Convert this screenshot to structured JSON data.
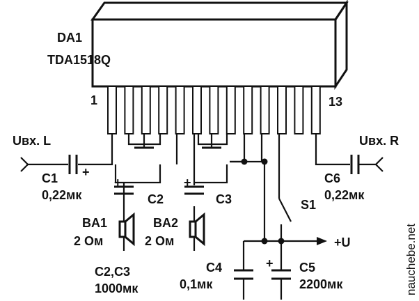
{
  "ic": {
    "ref": "DA1",
    "part": "TDA1518Q",
    "pin_first": "1",
    "pin_last": "13"
  },
  "inputs": {
    "left": "Uвх. L",
    "right": "Uвх. R"
  },
  "components": {
    "c1": {
      "ref": "C1",
      "value": "0,22мк"
    },
    "c6": {
      "ref": "C6",
      "value": "0,22мк"
    },
    "c2": {
      "ref": "C2"
    },
    "c3": {
      "ref": "C3"
    },
    "c2c3": {
      "ref": "C2,C3",
      "value": "1000мк"
    },
    "ba1": {
      "ref": "BA1",
      "value": "2 Ом"
    },
    "ba2": {
      "ref": "BA2",
      "value": "2 Ом"
    },
    "c4": {
      "ref": "C4",
      "value": "0,1мк"
    },
    "c5": {
      "ref": "C5",
      "value": "2200мк"
    },
    "s1": {
      "ref": "S1"
    }
  },
  "supply": {
    "label": "+U"
  },
  "polarity_mark": "+",
  "watermark": "nauchebe.net"
}
